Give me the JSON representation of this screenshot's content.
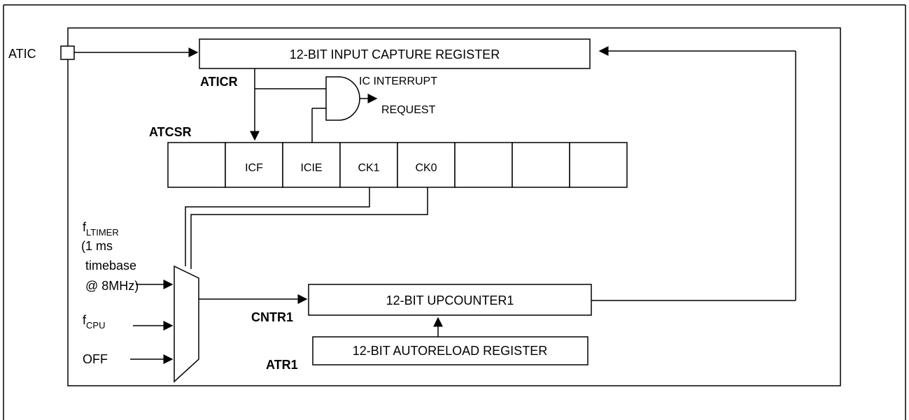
{
  "input_pin": "ATIC",
  "capture_register": {
    "label": "12-BIT INPUT CAPTURE REGISTER",
    "name": "ATICR"
  },
  "interrupt": {
    "line1": "IC INTERRUPT",
    "line2": "REQUEST"
  },
  "status_register": {
    "name": "ATCSR",
    "bits": [
      "",
      "ICF",
      "ICIE",
      "CK1",
      "CK0",
      "",
      "",
      ""
    ]
  },
  "clock_inputs": {
    "ltimer": {
      "symbol": "f",
      "subscript": "LTIMER",
      "note_lines": [
        "(1 ms",
        "timebase",
        "@ 8MHz)"
      ]
    },
    "cpu": {
      "symbol": "f",
      "subscript": "CPU"
    },
    "off": "OFF"
  },
  "counter": {
    "label": "12-BIT UPCOUNTER1",
    "name": "CNTR1"
  },
  "autoreload": {
    "label": "12-BIT AUTORELOAD REGISTER",
    "name": "ATR1"
  }
}
